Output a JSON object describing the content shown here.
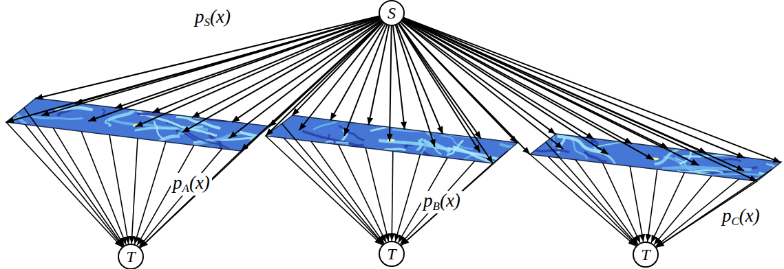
{
  "diagram": {
    "nodes": [
      {
        "text": [
          "S"
        ]
      },
      {
        "text": [
          "T"
        ]
      },
      {
        "text": [
          "T"
        ]
      },
      {
        "text": [
          "T"
        ]
      }
    ],
    "labels": [
      "pS(x)",
      "pA(x)",
      "pB(x)",
      "pC(x)"
    ]
  }
}
